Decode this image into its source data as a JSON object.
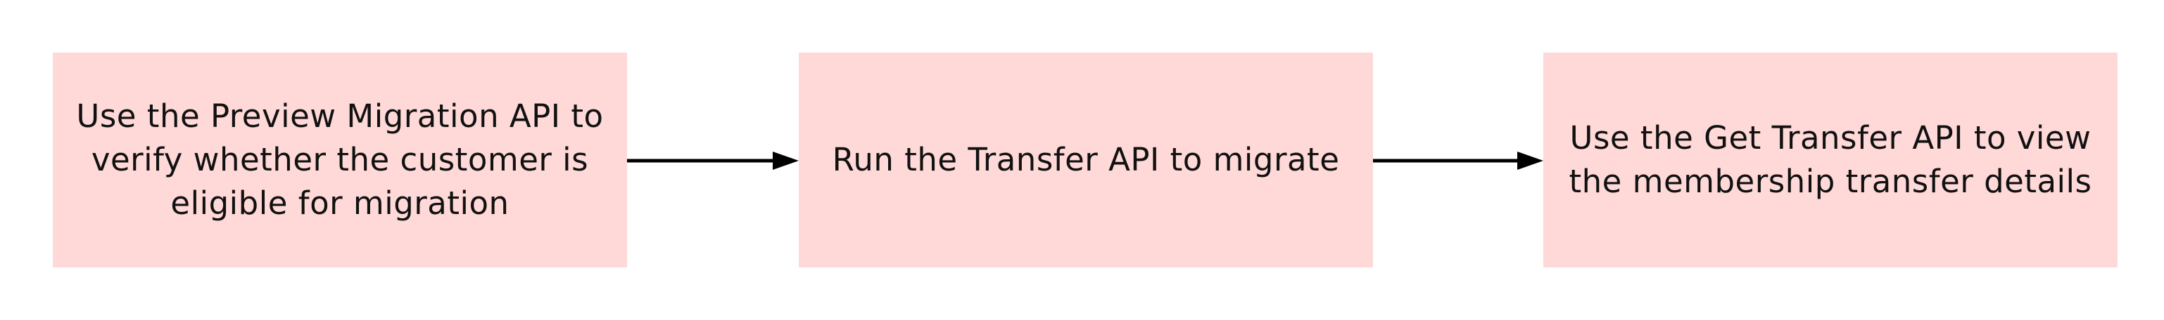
{
  "flow": {
    "steps": [
      {
        "label": "Use the Preview Migration API to verify whether the customer is eligible for migration"
      },
      {
        "label": "Run the Transfer API to migrate"
      },
      {
        "label": "Use the Get Transfer API to view the membership transfer details"
      }
    ]
  },
  "colors": {
    "box_fill": "#ffd8d8",
    "text": "#111111",
    "arrow": "#000000"
  }
}
